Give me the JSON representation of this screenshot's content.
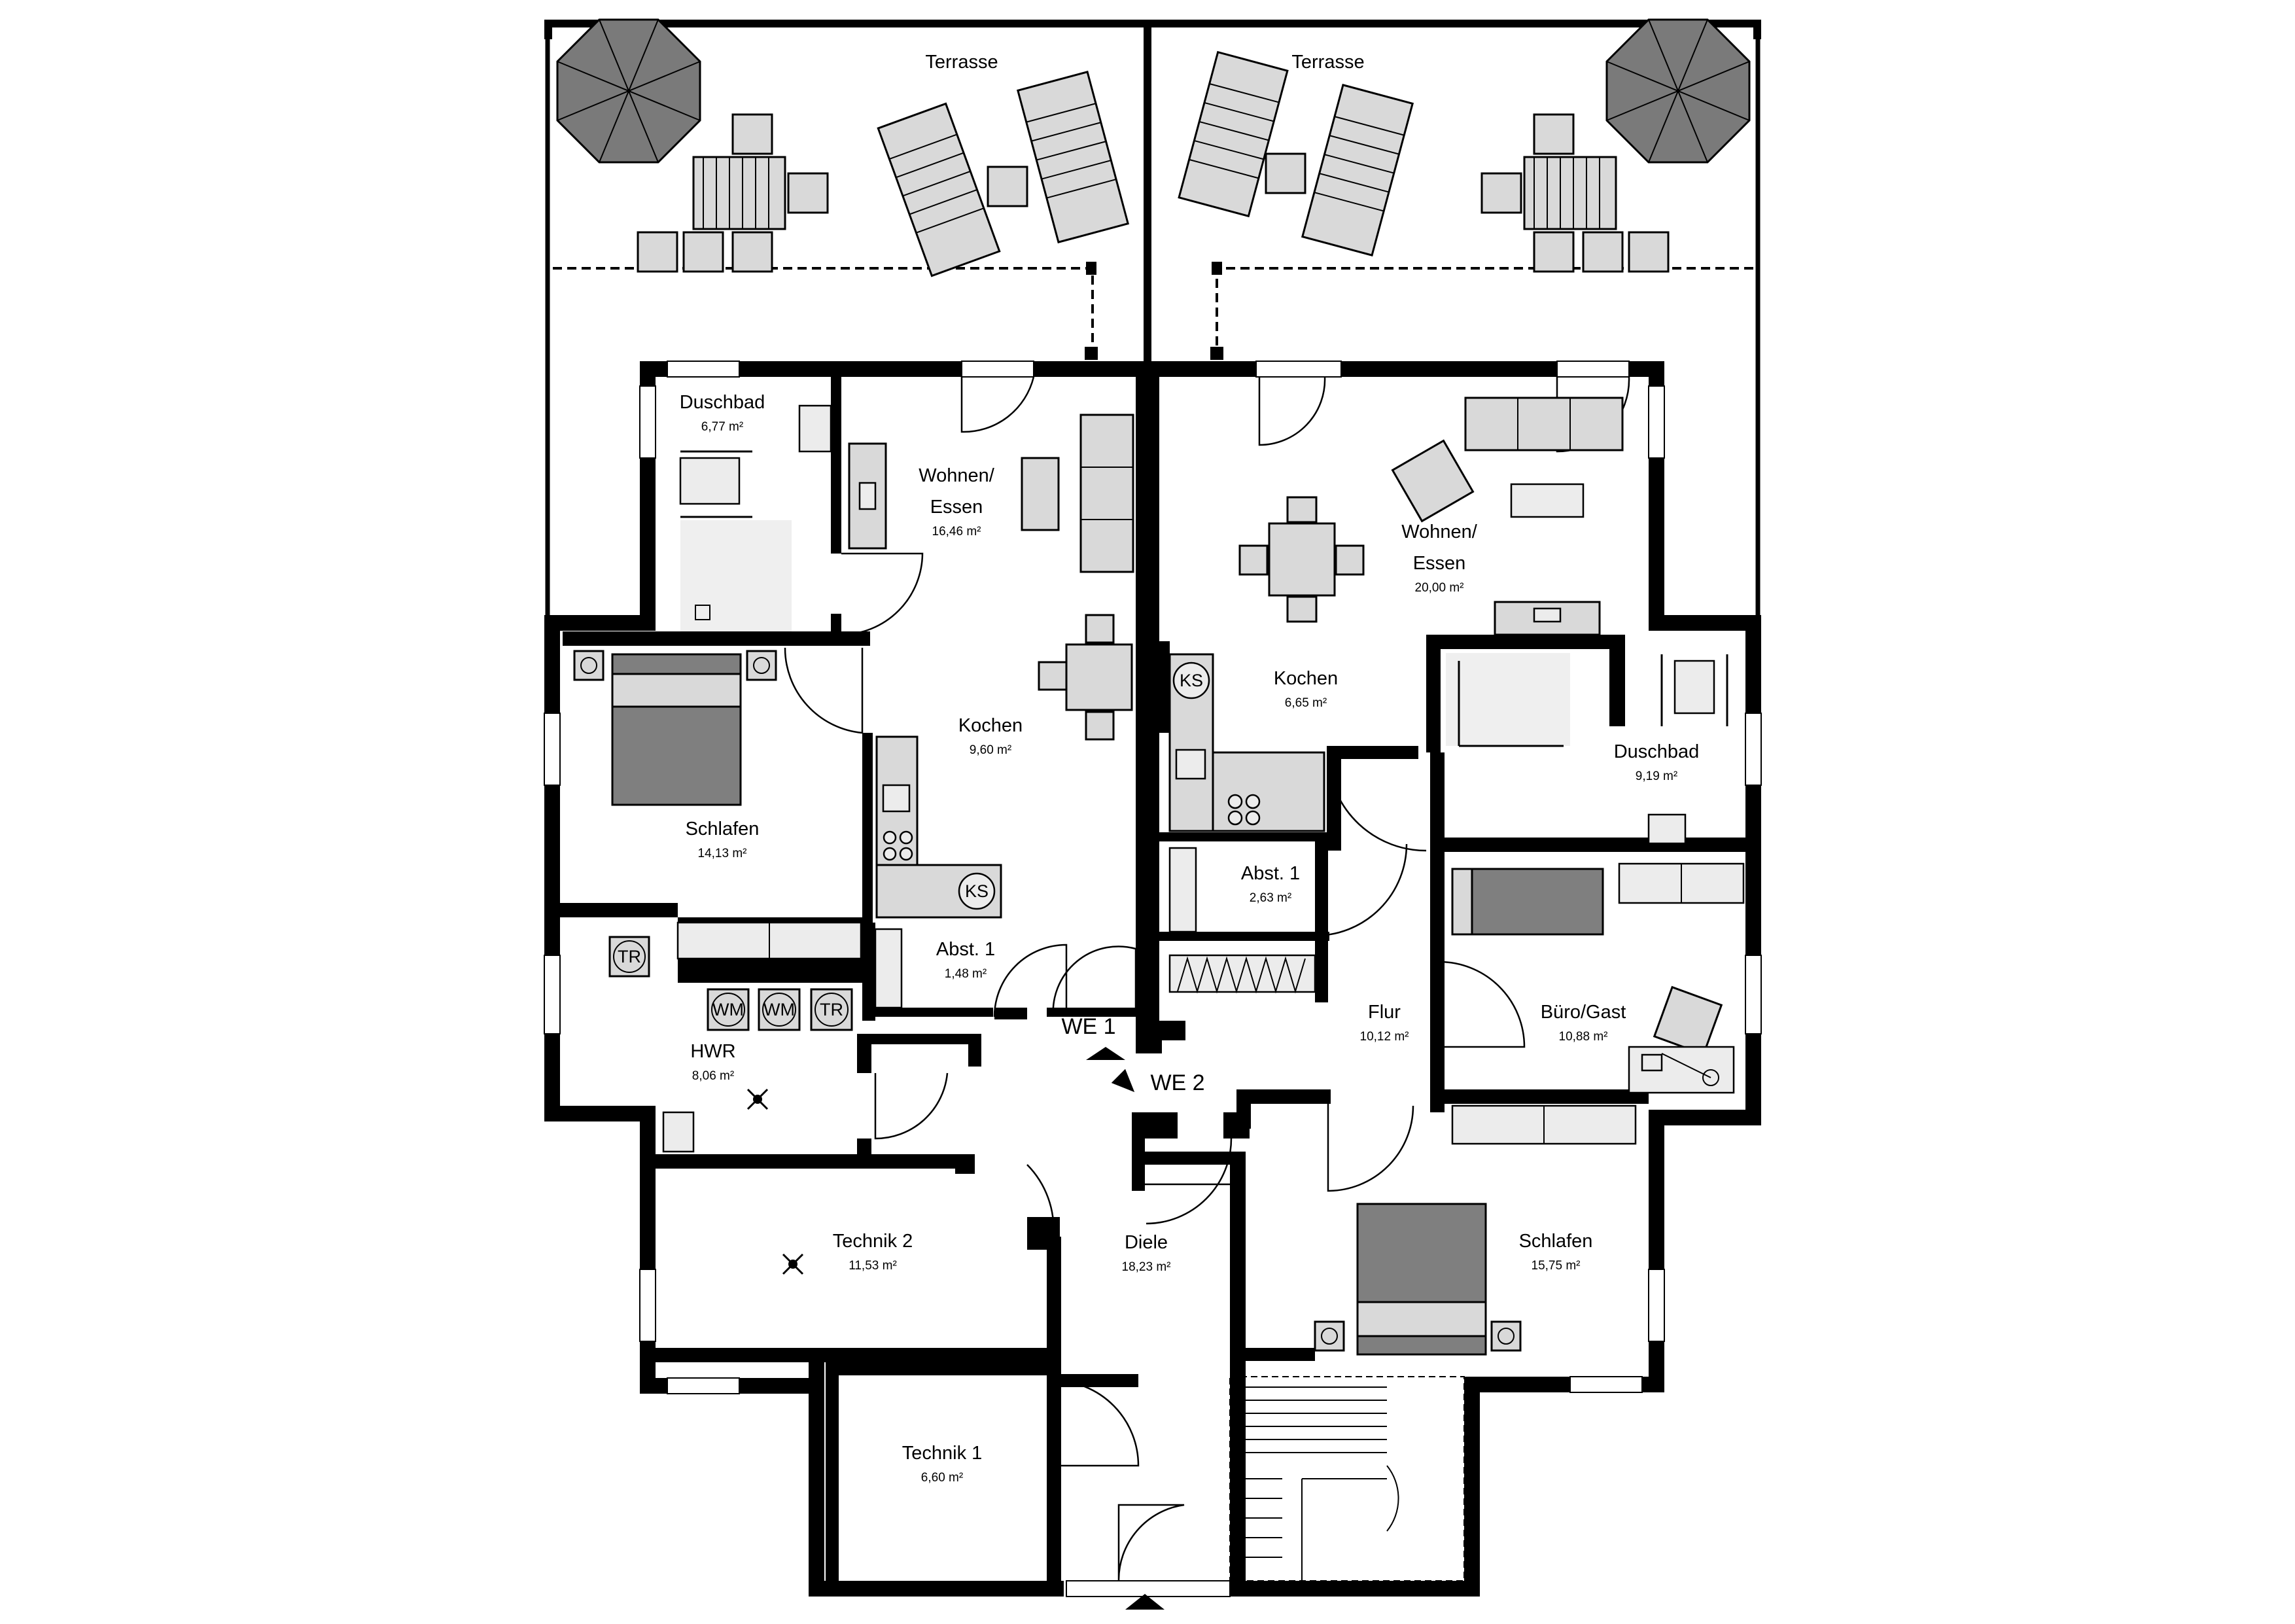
{
  "plan": {
    "rooms": [
      {
        "id": "terrasse-1",
        "name": "Terrasse",
        "area": ""
      },
      {
        "id": "terrasse-2",
        "name": "Terrasse",
        "area": ""
      },
      {
        "id": "duschbad-1",
        "name": "Duschbad",
        "area": "6,77 m²"
      },
      {
        "id": "wohnen-essen-1",
        "name_line1": "Wohnen/",
        "name_line2": "Essen",
        "area": "16,46 m²"
      },
      {
        "id": "kochen-1",
        "name": "Kochen",
        "area": "9,60 m²"
      },
      {
        "id": "schlafen-1",
        "name": "Schlafen",
        "area": "14,13 m²"
      },
      {
        "id": "abst-1-we1",
        "name": "Abst. 1",
        "area": "1,48 m²"
      },
      {
        "id": "hwr",
        "name": "HWR",
        "area": "8,06 m²"
      },
      {
        "id": "technik-2",
        "name": "Technik 2",
        "area": "11,53 m²"
      },
      {
        "id": "diele",
        "name": "Diele",
        "area": "18,23 m²"
      },
      {
        "id": "technik-1",
        "name": "Technik 1",
        "area": "6,60 m²"
      },
      {
        "id": "wohnen-essen-2",
        "name_line1": "Wohnen/",
        "name_line2": "Essen",
        "area": "20,00 m²"
      },
      {
        "id": "kochen-2",
        "name": "Kochen",
        "area": "6,65 m²"
      },
      {
        "id": "duschbad-2",
        "name": "Duschbad",
        "area": "9,19 m²"
      },
      {
        "id": "abst-1-we2",
        "name": "Abst. 1",
        "area": "2,63 m²"
      },
      {
        "id": "flur",
        "name": "Flur",
        "area": "10,12 m²"
      },
      {
        "id": "buero-gast",
        "name": "Büro/Gast",
        "area": "10,88 m²"
      },
      {
        "id": "schlafen-2",
        "name": "Schlafen",
        "area": "15,75 m²"
      }
    ],
    "entries": {
      "we1": "WE 1",
      "we2": "WE 2"
    },
    "appliances": {
      "ks": "KS",
      "wm": "WM",
      "tr": "TR"
    }
  }
}
